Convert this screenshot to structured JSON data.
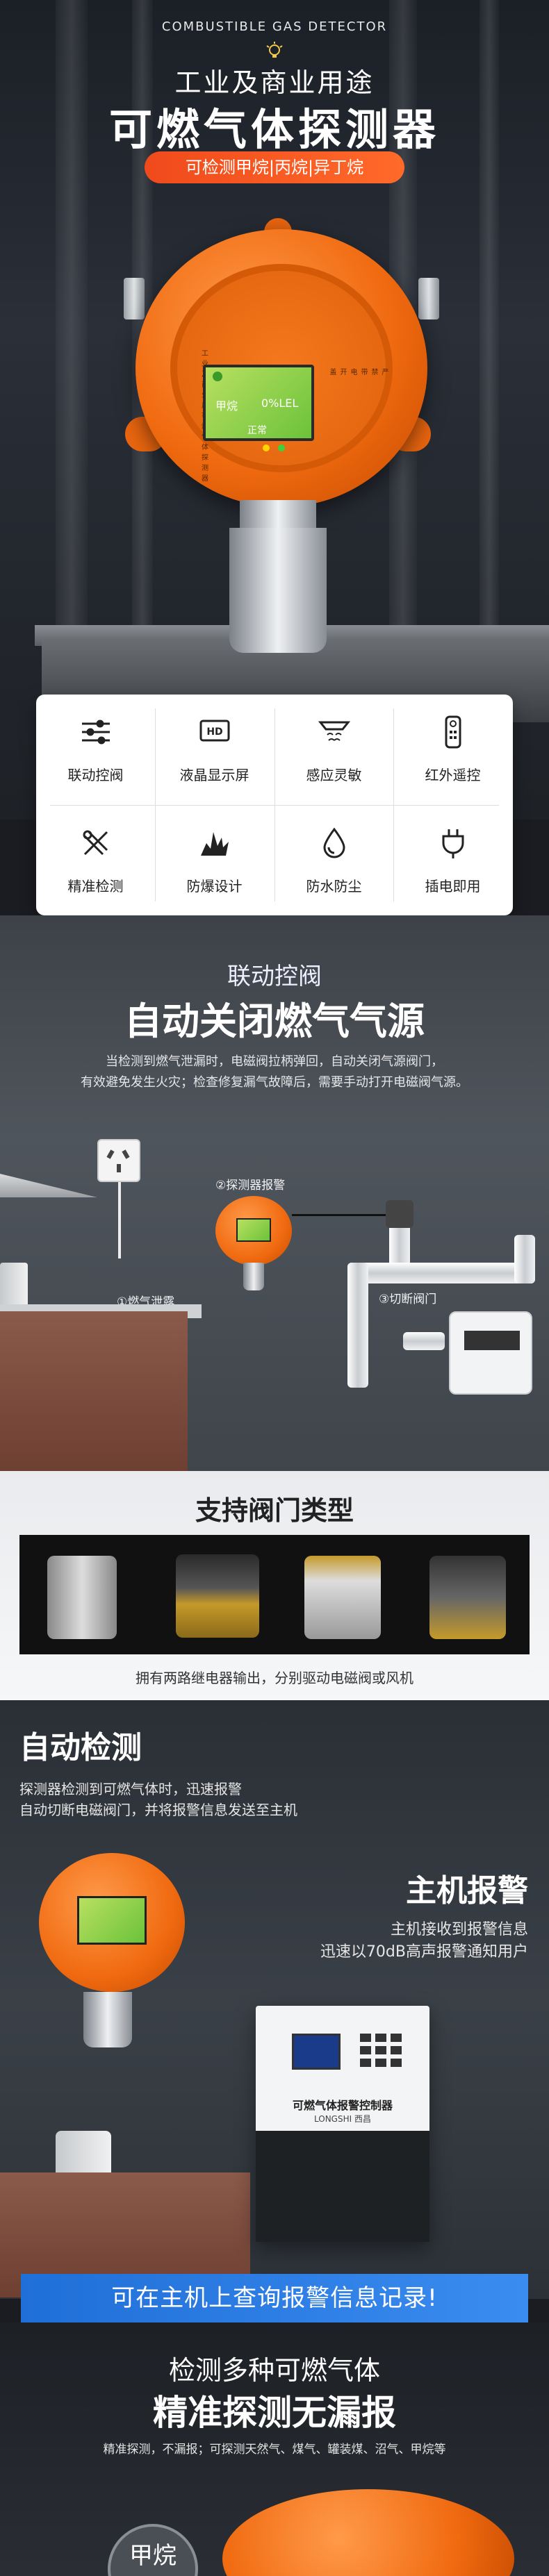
{
  "hero": {
    "subtitle_en": "COMBUSTIBLE GAS DETECTOR",
    "title_line1": "工业及商业用途",
    "title_line2": "可燃气体探测器",
    "badge": "可检测甲烷|丙烷|异丁烷",
    "lcd": {
      "gas": "甲烷",
      "reading": "0%LEL",
      "status": "正常",
      "panel_text": "工业及商业用可燃气体探测器",
      "side_text": "严禁带电开盖"
    }
  },
  "features": [
    {
      "label": "联动控阀",
      "icon": "sliders-icon"
    },
    {
      "label": "液晶显示屏",
      "icon": "hd-display-icon"
    },
    {
      "label": "感应灵敏",
      "icon": "sensor-icon"
    },
    {
      "label": "红外遥控",
      "icon": "remote-control-icon"
    },
    {
      "label": "精准检测",
      "icon": "precision-icon"
    },
    {
      "label": "防爆设计",
      "icon": "explosion-proof-icon"
    },
    {
      "label": "防水防尘",
      "icon": "waterproof-icon"
    },
    {
      "label": "插电即用",
      "icon": "plug-icon"
    }
  ],
  "linkage": {
    "kicker": "联动控阀",
    "title": "自动关闭燃气气源",
    "desc_line1": "当检测到燃气泄漏时，电磁阀拉柄弹回，自动关闭气源阀门，",
    "desc_line2": "有效避免发生火灾；检查修复漏气故障后，需要手动打开电磁阀气源。",
    "label_detector": "②探测器报警",
    "label_leak": "①燃气泄露",
    "label_valve": "③切断阀门"
  },
  "valves": {
    "title": "支持阀门类型",
    "footnote": "拥有两路继电器输出，分别驱动电磁阀或风机"
  },
  "auto": {
    "title": "自动检测",
    "desc_line1": "探测器检测到可燃气体时，迅速报警",
    "desc_line2": "自动切断电磁阀门，并将报警信息发送至主机",
    "host_title": "主机报警",
    "host_line1": "主机接收到报警信息",
    "host_line2": "迅速以70dB高声报警通知用户",
    "panel_name": "可燃气体报警控制器",
    "panel_brand": "LONGSHI 西昌",
    "banner": "可在主机上查询报警信息记录!"
  },
  "bottom": {
    "kicker": "检测多种可燃气体",
    "title": "精准探测无漏报",
    "desc": "精准探测，不漏报；可探测天然气、煤气、罐装煤、沼气、甲烷等",
    "badge": "甲烷"
  },
  "colors": {
    "accent_orange": "#f06a10",
    "accent_red": "#f04a1c",
    "banner_blue": "#2a7fe6"
  }
}
